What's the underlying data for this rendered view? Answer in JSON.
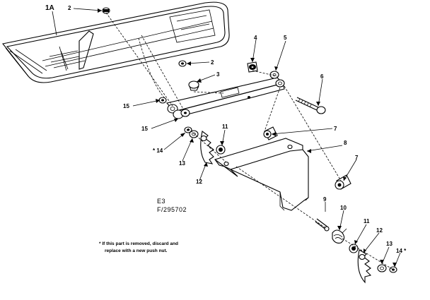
{
  "callouts": {
    "c1A": "1A",
    "c2a": "2",
    "c2b": "2",
    "c3": "3",
    "c4": "4",
    "c5": "5",
    "c6": "6",
    "c7a": "7",
    "c7b": "7",
    "c8": "8",
    "c9": "9",
    "c10": "10",
    "c11a": "11",
    "c11b": "11",
    "c12a": "12",
    "c12b": "12",
    "c13a": "13",
    "c13b": "13",
    "c14a": "* 14",
    "c14b": "14 *",
    "c15a": "15",
    "c15b": "15"
  },
  "reference": {
    "line1": "E3",
    "line2": "F/295702"
  },
  "footnote": {
    "line1": "* If this part is removed, discard and",
    "line2": "replace with a new push nut."
  }
}
